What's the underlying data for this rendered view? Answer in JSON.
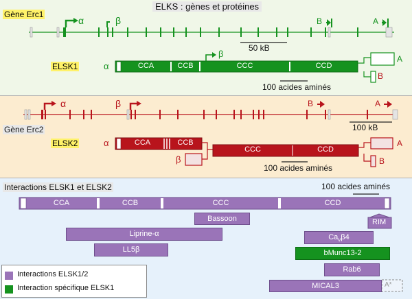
{
  "title": "ELKS : gènes et protéines",
  "panel1": {
    "gene_label": "Gène Erc1",
    "protein_label": "ELSK1",
    "promoter_alpha": "α",
    "promoter_beta": "β",
    "exon_b": "B",
    "exon_a": "A",
    "scale_gene": "50 kB",
    "protein_alpha": "α",
    "protein_beta": "β",
    "variant_a": "A",
    "variant_b": "B",
    "domains": [
      "CCA",
      "CCB",
      "CCC",
      "CCD"
    ],
    "scale_protein": "100 acides aminés",
    "color": "#15921f"
  },
  "panel2": {
    "gene_label": "Gène Erc2",
    "protein_label": "ELSK2",
    "promoter_alpha": "α",
    "promoter_beta": "β",
    "exon_b": "B",
    "exon_a": "A",
    "scale_gene": "100 kB",
    "protein_alpha": "α",
    "protein_beta": "β",
    "variant_a": "A",
    "variant_b": "B",
    "domains": [
      "CCA",
      "CCB",
      "CCC",
      "CCD"
    ],
    "scale_protein": "100 acides aminés",
    "color": "#b8141c"
  },
  "panel3": {
    "label": "Interactions ELSK1 et ELSK2",
    "scale": "100 acides aminés",
    "domains": [
      "CCA",
      "CCB",
      "CCC",
      "CCD"
    ],
    "interactors": {
      "bassoon": "Bassoon",
      "rim": "RIM",
      "liprine": "Liprine-α",
      "cavb4_pre": "Ca",
      "cavb4_sub": "v",
      "cavb4_post": "β4",
      "ll5b": "LL5β",
      "bmunc": "bMunc13-2",
      "rab6": "Rab6",
      "mical3": "MICAL3",
      "mical_a": "A*"
    },
    "legend": {
      "purple": "Interactions ELSK1/2",
      "green": "Interaction spécifique ELSK1",
      "purple_color": "#9a74b8",
      "green_color": "#15921f"
    }
  }
}
